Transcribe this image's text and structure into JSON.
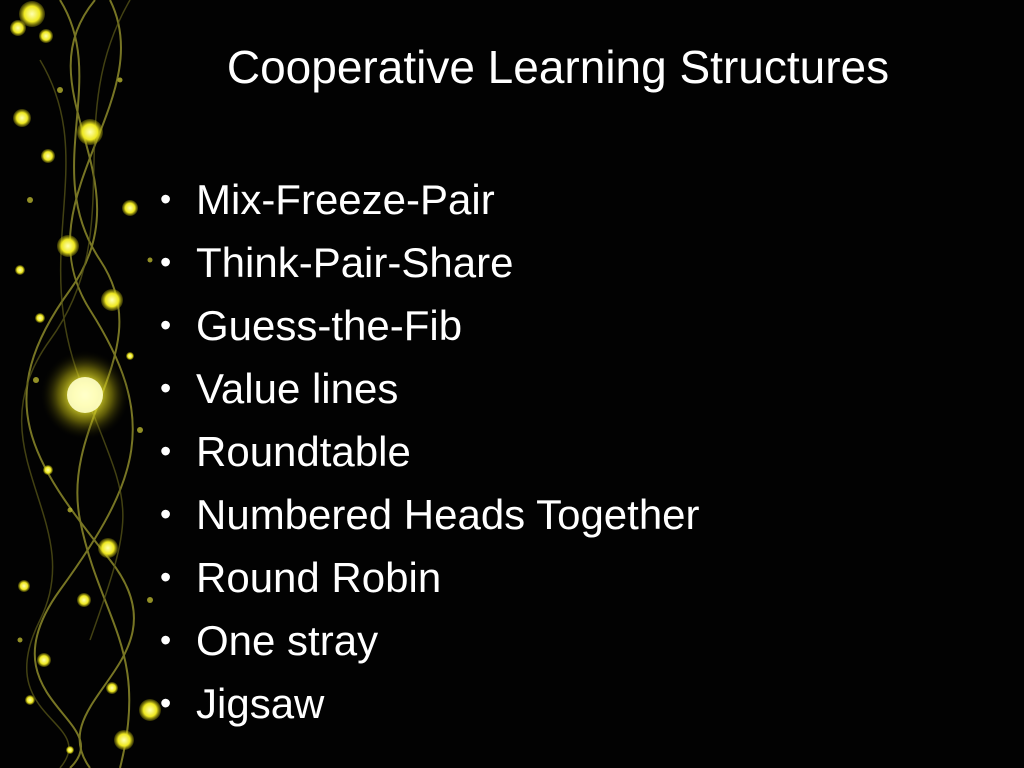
{
  "slide": {
    "title": "Cooperative Learning Structures",
    "bullets": [
      "Mix-Freeze-Pair",
      "Think-Pair-Share",
      "Guess-the-Fib",
      "Value lines",
      "Roundtable",
      "Numbered Heads Together",
      "Round Robin",
      "One stray",
      "Jigsaw"
    ]
  },
  "theme": {
    "background": "#020202",
    "text_color": "#ffffff",
    "accent": "#f4f01a"
  }
}
